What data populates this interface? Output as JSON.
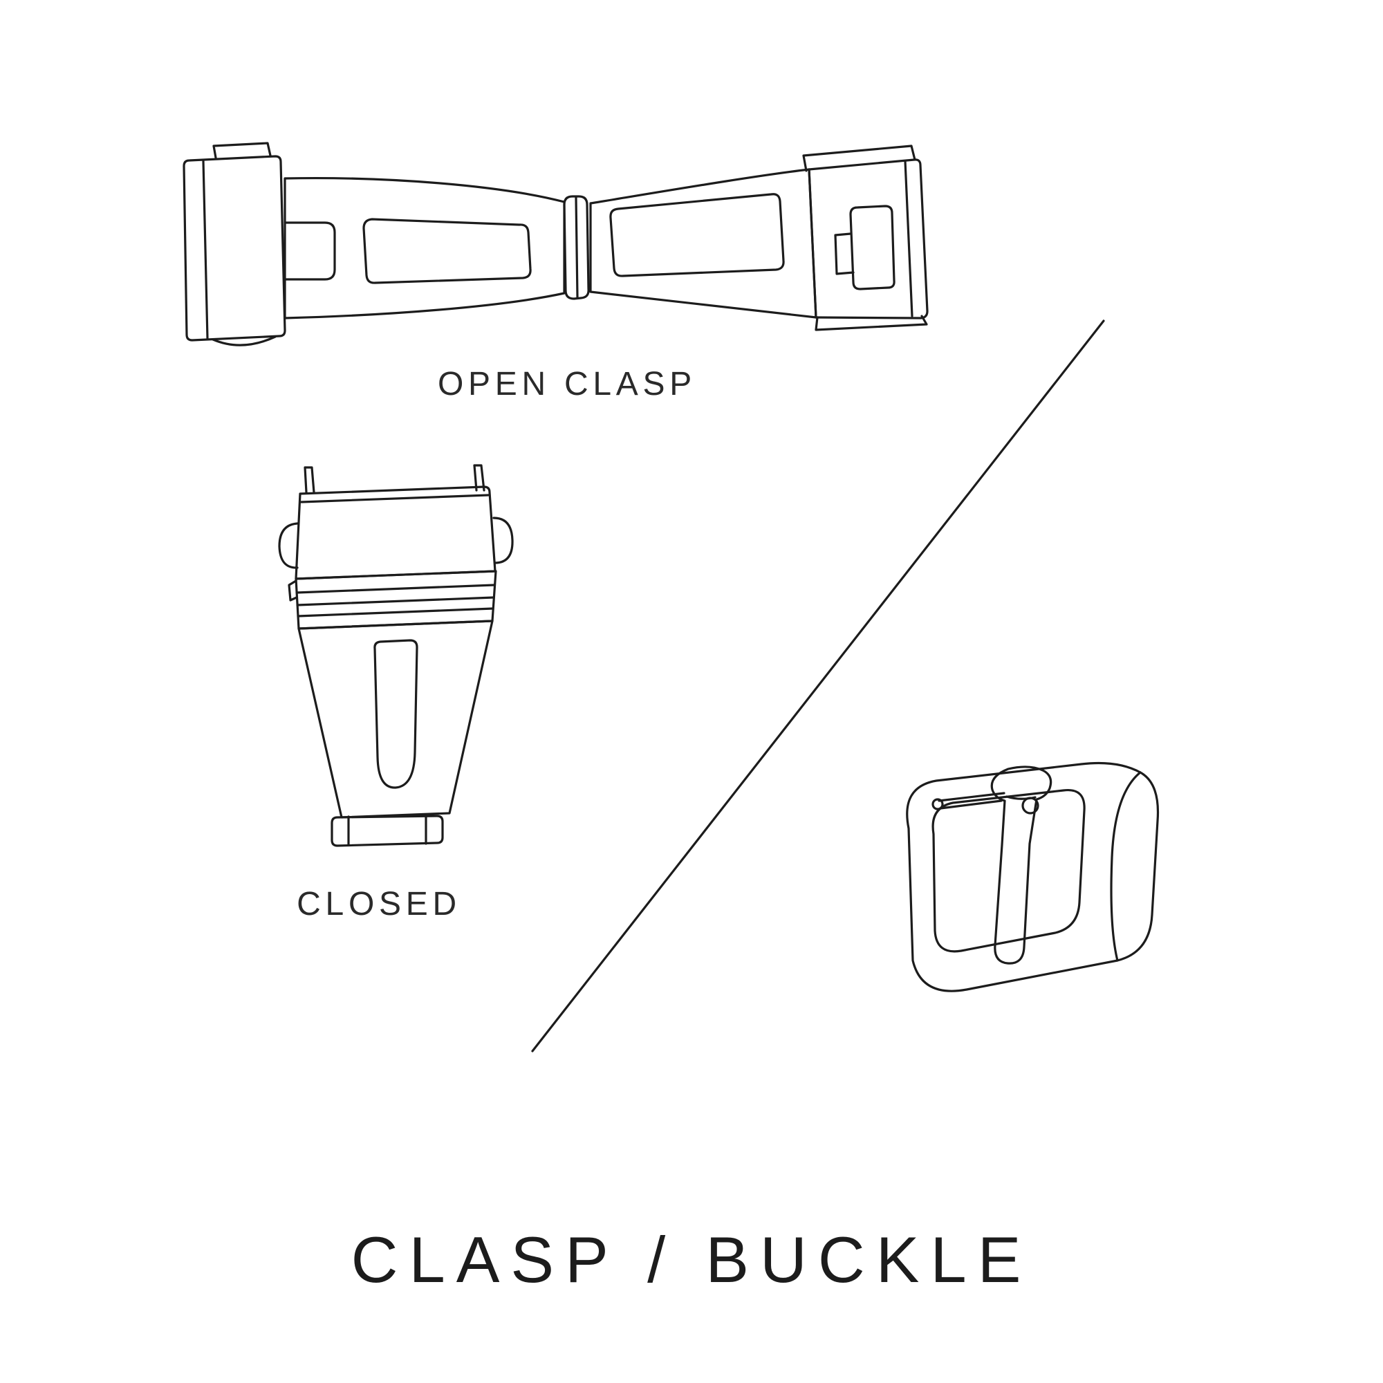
{
  "diagram": {
    "title": "CLASP / BUCKLE",
    "figures": {
      "open_clasp": {
        "label": "OPEN CLASP"
      },
      "closed_clasp": {
        "label": "CLOSED"
      },
      "buckle": {
        "label": ""
      }
    },
    "colors": {
      "background": "#ffffff",
      "line": "#1c1c1c",
      "text": "#1c1c1c"
    }
  }
}
